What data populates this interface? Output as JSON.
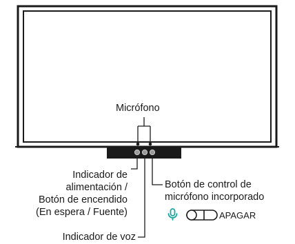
{
  "labels": {
    "microphone": "Micrófono",
    "power_indicator_line1": "Indicador de",
    "power_indicator_line2": "alimentación /",
    "power_indicator_line3": "Botón de encendido",
    "power_indicator_line4": "(En espera / Fuente)",
    "mic_control_line1": "Botón de control de",
    "mic_control_line2": "micrófono incorporado",
    "voice_indicator": "Indicador de voz",
    "mic_toggle_state": "APAGAR"
  },
  "colors": {
    "frame": "#1a1a1a",
    "mic_icon": "#1aa7a0",
    "toggle": "#1a1a1a"
  },
  "icons": {
    "microphone": "microphone-icon",
    "toggle": "toggle-switch-icon"
  }
}
